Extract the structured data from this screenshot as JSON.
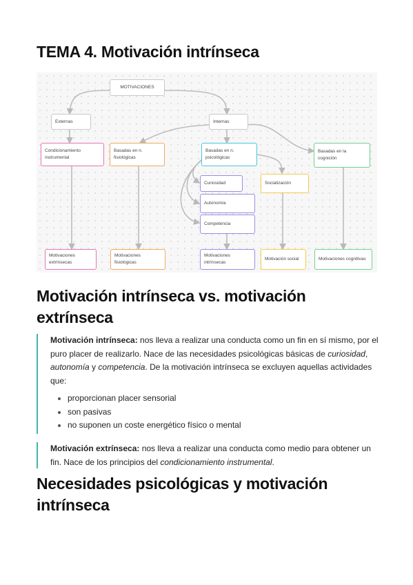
{
  "title": "TEMA 4. Motivación intrínseca",
  "diagram": {
    "root": "MOTIVACIONES",
    "branches": {
      "external": "Externas",
      "internal": "Internas"
    },
    "groups": {
      "conditioning": "Condicionamiento instrumental",
      "physiological": "Basadas en n. fisiológicas",
      "psychological": "Basadas en n. psicológicas",
      "cognition": "Basadas en la cognición"
    },
    "needs": {
      "curiosity": "Curiosidad",
      "autonomy": "Autonomía",
      "competence": "Competencia",
      "socialization": "Socialización"
    },
    "results": {
      "extrinsic": "Motivaciones extrínsecas",
      "physiological": "Motivaciones fisiológicas",
      "intrinsic": "Motivaciones intrínsecas",
      "social": "Motivación social",
      "cognitive": "Motivaciones cognitivas"
    },
    "colors": {
      "pink": "#e377b3",
      "orange": "#f3a862",
      "cyan": "#48c6dc",
      "purple": "#9c8ce6",
      "yellow": "#f0cc4a",
      "green": "#6fd18c",
      "line": "#b9b9b9",
      "quote_bar": "#3fb5a8"
    }
  },
  "section1": {
    "heading": "Motivación intrínseca vs. motivación extrínseca",
    "intrinsic": {
      "term": "Motivación intrínseca:",
      "text1": " nos lleva a realizar una conducta como un fin en sí mismo, por el puro placer de realizarlo. Nace de las necesidades psicológicas básicas de ",
      "em1": "curiosidad",
      "sep1": ", ",
      "em2": "autonomía",
      "sep2": " y ",
      "em3": "competencia",
      "text2": ". De la motivación intrínseca se excluyen aquellas actividades que:",
      "bullets": [
        "proporcionan placer sensorial",
        "son pasivas",
        "no suponen un coste energético físico o mental"
      ]
    },
    "extrinsic": {
      "term": "Motivación extrínseca:",
      "text1": " nos lleva a realizar una conducta como medio para obtener un fin. Nace de los principios del ",
      "em1": "condicionamiento instrumental",
      "text2": "."
    }
  },
  "section2": {
    "heading": "Necesidades psicológicas y motivación intrínseca"
  }
}
